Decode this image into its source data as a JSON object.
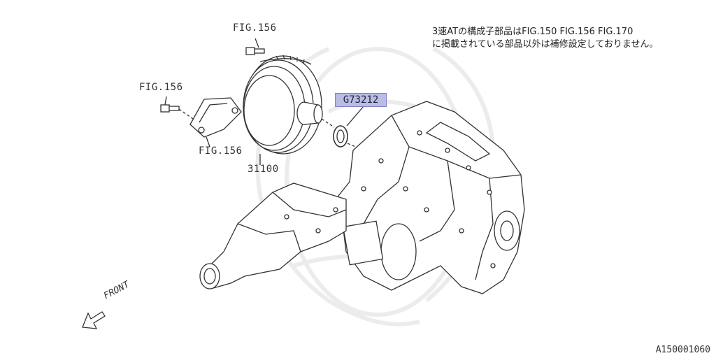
{
  "notes": {
    "line1": "3速ATの構成子部品はFIG.150 FIG.156 FIG.170",
    "line2": "に掲載されている部品以外は補修設定しておりません。"
  },
  "labels": {
    "fig156_top": "FIG.156",
    "fig156_left": "FIG.156",
    "fig156_bottom": "FIG.156",
    "part_31100": "31100",
    "highlight_part": "G73212",
    "front": "FRONT",
    "diagram_code": "A150001060"
  },
  "colors": {
    "highlight_fill": "#b9bde6",
    "line": "#333333",
    "watermark": "#ececec"
  }
}
